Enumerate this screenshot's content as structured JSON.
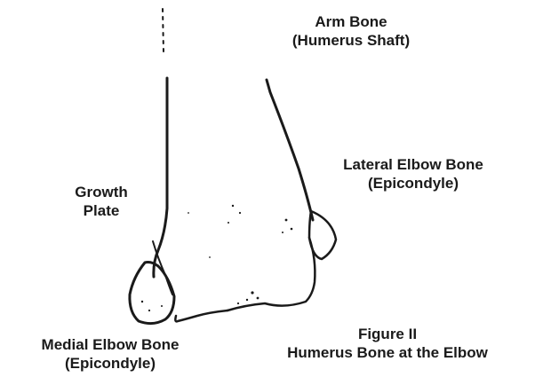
{
  "labels": {
    "arm_bone": {
      "line1": "Arm Bone",
      "line2": "(Humerus Shaft)"
    },
    "lateral": {
      "line1": "Lateral Elbow Bone",
      "line2": "(Epicondyle)"
    },
    "growth_plate": {
      "line1": "Growth",
      "line2": "Plate"
    },
    "medial": {
      "line1": "Medial Elbow Bone",
      "line2": "(Epicondyle)"
    },
    "figure": {
      "line1": "Figure II",
      "line2": "Humerus Bone at the Elbow"
    }
  },
  "colors": {
    "ink": "#1a1a1a",
    "background": "#ffffff"
  }
}
